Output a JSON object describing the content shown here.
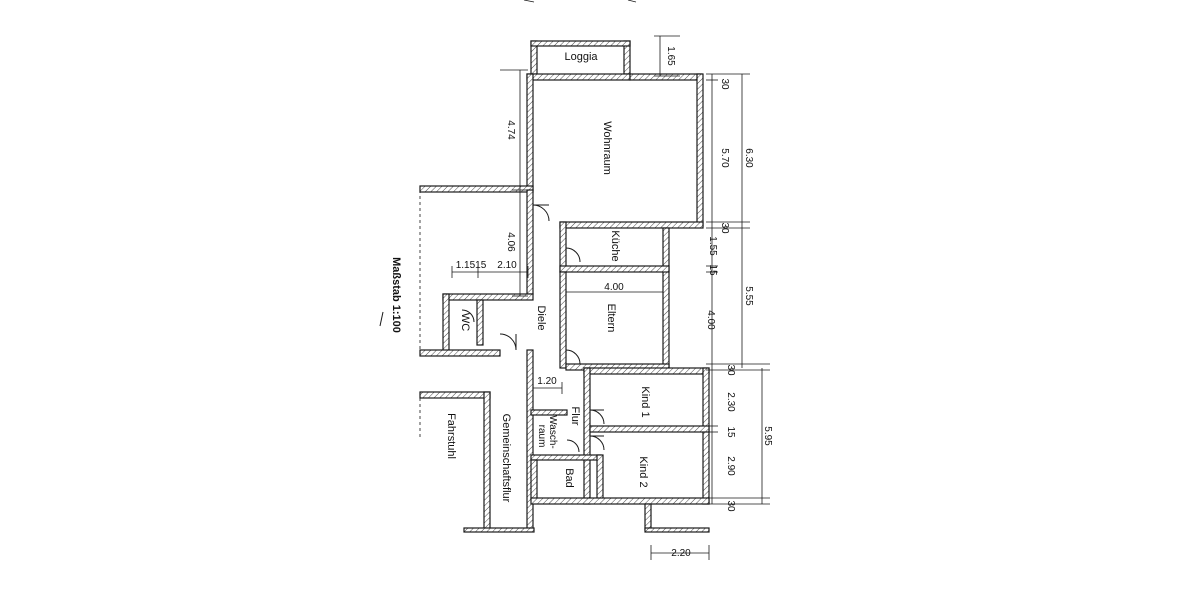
{
  "plan": {
    "scale_label": "Maßstab 1:100",
    "rooms": {
      "loggia": "Loggia",
      "wohnraum": "Wohnraum",
      "kueche": "Küche",
      "eltern": "Eltern",
      "diele": "Diele",
      "wc": "WC",
      "flur": "Flur",
      "waschraum_1": "Wasch-",
      "waschraum_2": "raum",
      "bad": "Bad",
      "kind1": "Kind 1",
      "kind2": "Kind 2",
      "fahrstuhl": "Fahrstuhl",
      "gemeinschaftsflur": "Gemeinschaftsflur"
    },
    "dimensions": {
      "d_1_65": "1.65",
      "d_30_a": "30",
      "d_5_70": "5.70",
      "d_6_30": "6.30",
      "d_30_b": "30",
      "d_4_74": "4.74",
      "d_4_06": "4.06",
      "d_1_15": "1.1515",
      "d_2_10": "2.10",
      "d_4_00_h": "4.00",
      "d_4_00_v": "4.00",
      "d_1_55": "1.55",
      "d_15_a": "15",
      "d_5_55": "5.55",
      "d_1_20": "1.20",
      "d_30_c": "30",
      "d_2_30": "2.30",
      "d_15_b": "15",
      "d_5_95": "5.95",
      "d_2_90": "2.90",
      "d_30_d": "30",
      "d_2_20": "2.20"
    }
  }
}
